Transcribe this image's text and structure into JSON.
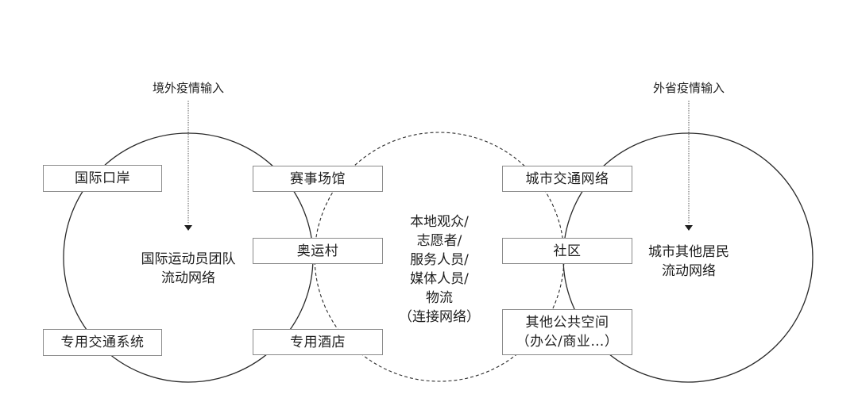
{
  "diagram": {
    "left_network": {
      "input_label": "境外疫情输入",
      "title_lines": [
        "国际运动员团队",
        "流动网络"
      ],
      "nodes": [
        "国际口岸",
        "专用交通系统"
      ]
    },
    "connection_network": {
      "title_lines": [
        "本地观众/",
        "志愿者/",
        "服务人员/",
        "媒体人员/",
        "物流",
        "（连接网络）"
      ],
      "left_shared_nodes": [
        "赛事场馆",
        "奥运村",
        "专用酒店"
      ],
      "right_shared_nodes": [
        {
          "lines": [
            "城市交通网络"
          ]
        },
        {
          "lines": [
            "社区"
          ]
        },
        {
          "lines": [
            "其他公共空间",
            "（办公/商业…）"
          ]
        }
      ]
    },
    "right_network": {
      "input_label": "外省疫情输入",
      "title_lines": [
        "城市其他居民",
        "流动网络"
      ]
    },
    "colors": {
      "line": "#2a2a2a",
      "box_border": "#8a8a8a",
      "text": "#1e1e1e",
      "background": "#ffffff"
    }
  }
}
